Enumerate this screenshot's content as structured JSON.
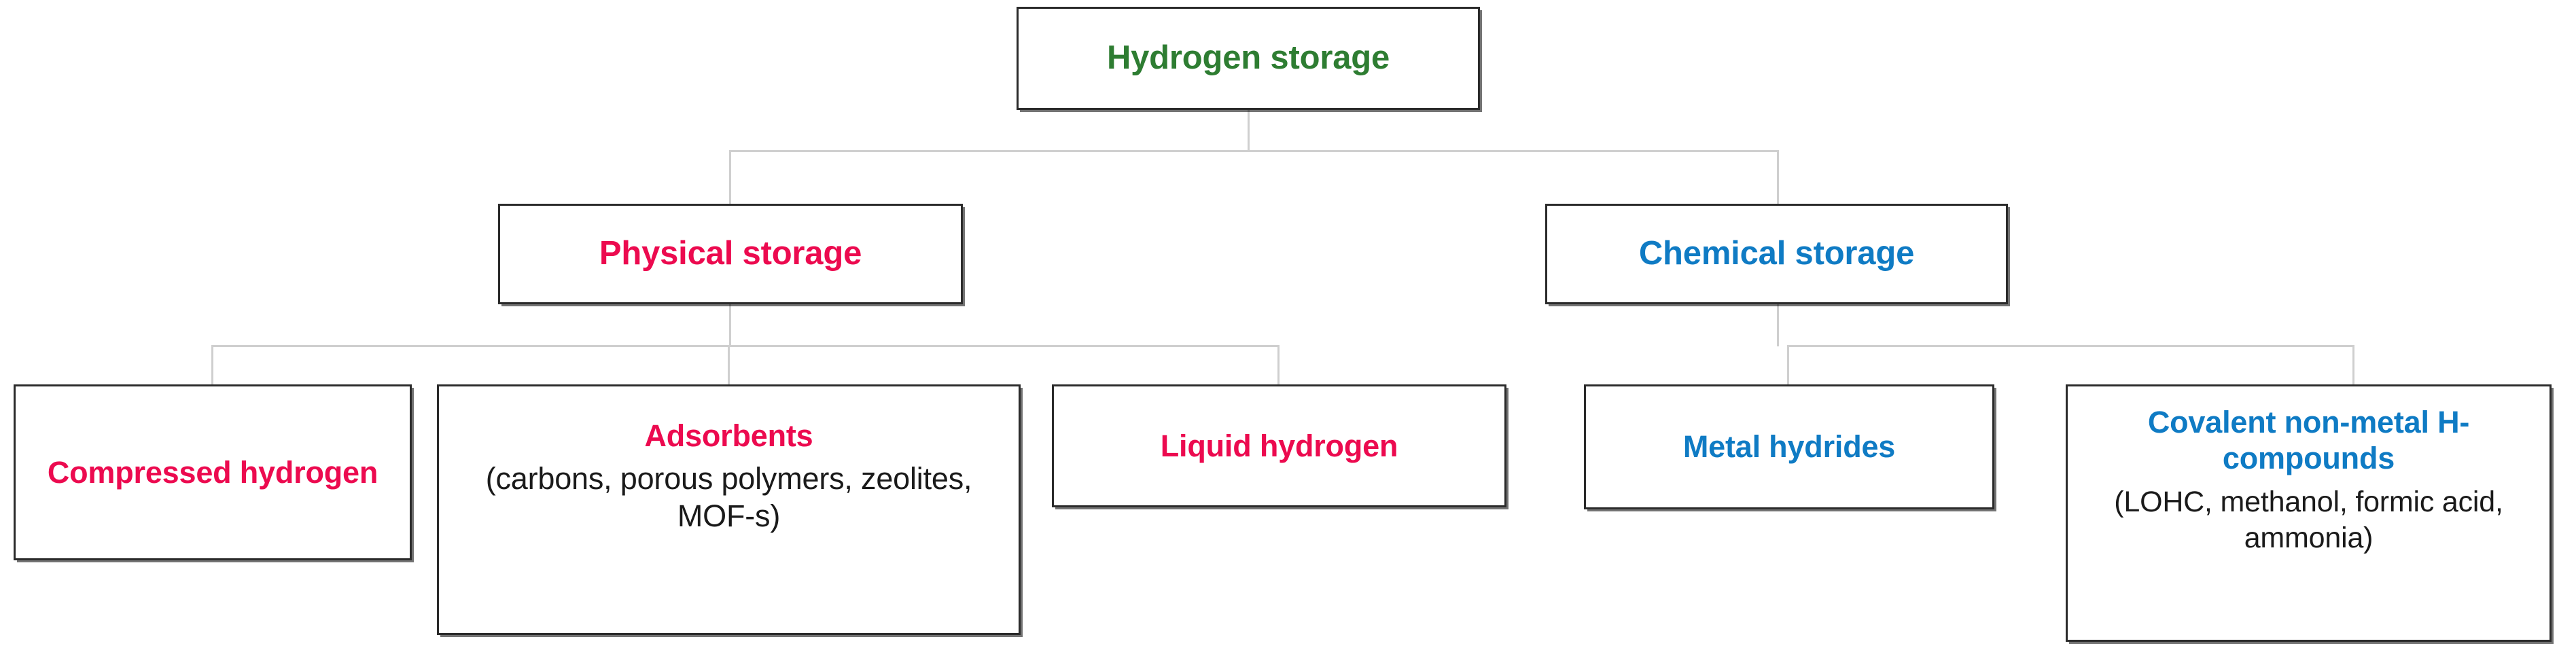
{
  "diagram": {
    "type": "hierarchy-tree",
    "title": "Hydrogen storage classification",
    "colors": {
      "root": "#2e7d32",
      "physical": "#ec0a4f",
      "chemical": "#0f7bc4",
      "box_border": "#2b2b2b",
      "connector": "#cfcfcf",
      "background": "#ffffff",
      "subtext": "#1a1a1a"
    },
    "levels": [
      {
        "level": 1,
        "nodes": [
          {
            "id": "root",
            "label": "Hydrogen storage",
            "color": "#2e7d32"
          }
        ]
      },
      {
        "level": 2,
        "nodes": [
          {
            "id": "physical",
            "label": "Physical storage",
            "color": "#ec0a4f",
            "parent": "root"
          },
          {
            "id": "chemical",
            "label": "Chemical storage",
            "color": "#0f7bc4",
            "parent": "root"
          }
        ]
      },
      {
        "level": 3,
        "nodes": [
          {
            "id": "compressed",
            "label": "Compressed hydrogen",
            "sub": "",
            "color": "#ec0a4f",
            "parent": "physical"
          },
          {
            "id": "adsorbents",
            "label": "Adsorbents",
            "sub": "(carbons, porous polymers, zeolites, MOF-s)",
            "color": "#ec0a4f",
            "parent": "physical"
          },
          {
            "id": "liquid",
            "label": "Liquid hydrogen",
            "sub": "",
            "color": "#ec0a4f",
            "parent": "physical"
          },
          {
            "id": "metal",
            "label": "Metal hydrides",
            "sub": "",
            "color": "#0f7bc4",
            "parent": "chemical"
          },
          {
            "id": "covalent",
            "label": "Covalent non-metal H-compounds",
            "sub": "(LOHC, methanol, formic acid, ammonia)",
            "color": "#0f7bc4",
            "parent": "chemical"
          }
        ]
      }
    ]
  },
  "nodes": {
    "root": {
      "label": "Hydrogen storage"
    },
    "physical": {
      "label": "Physical storage"
    },
    "chemical": {
      "label": "Chemical storage"
    },
    "compressed": {
      "label": "Compressed hydrogen"
    },
    "adsorbents": {
      "label": "Adsorbents",
      "sub": "(carbons, porous polymers, zeolites, MOF-s)"
    },
    "liquid": {
      "label": "Liquid hydrogen"
    },
    "metal": {
      "label": "Metal hydrides"
    },
    "covalent": {
      "label": "Covalent non-metal H-compounds",
      "sub": "(LOHC, methanol, formic acid, ammonia)"
    }
  }
}
